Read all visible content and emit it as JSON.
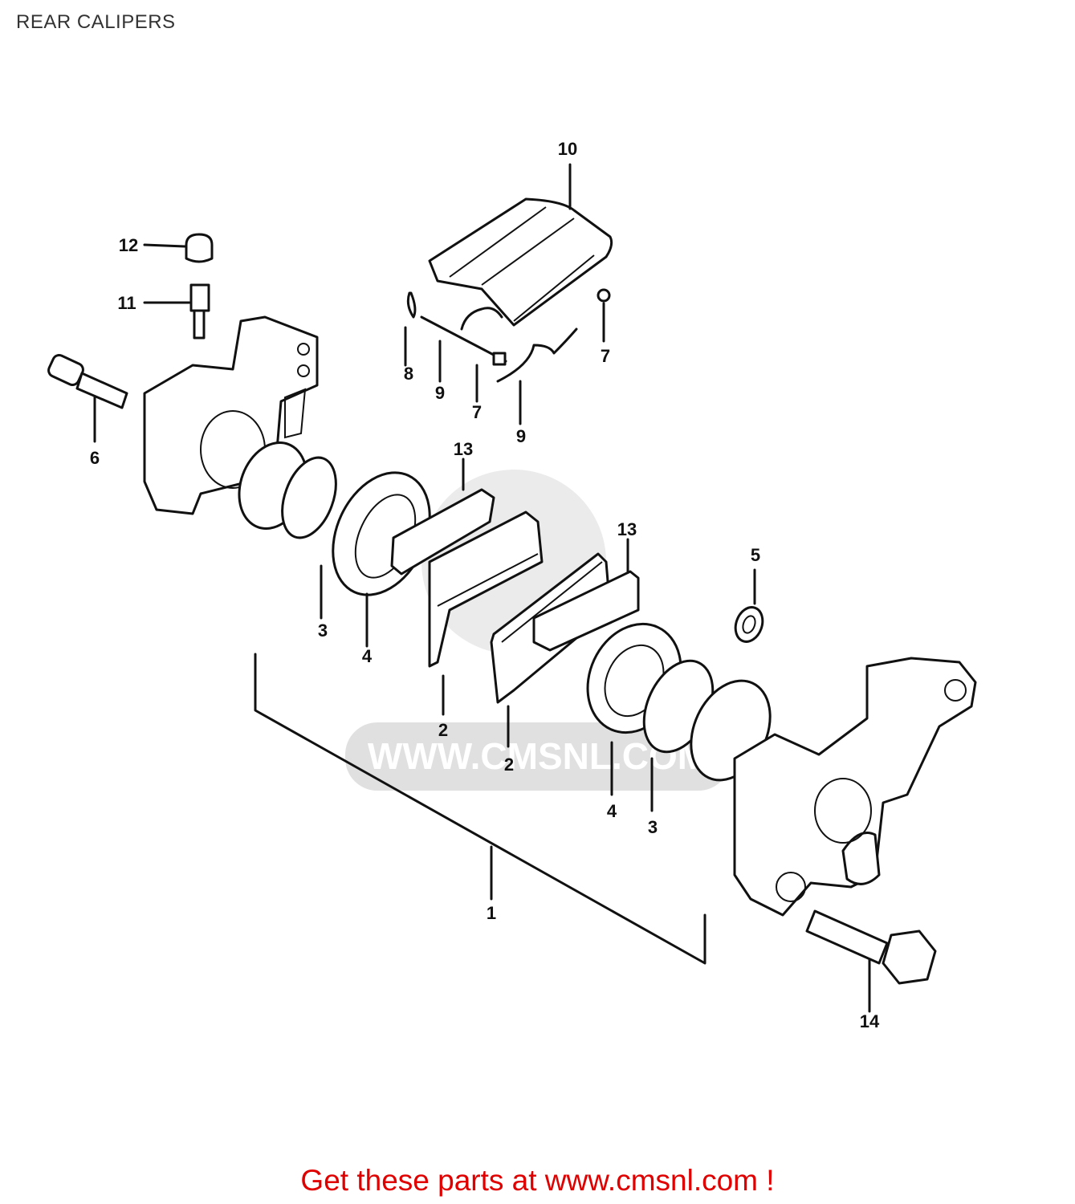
{
  "title": "REAR CALIPERS",
  "watermark": "WWW.CMSNL.COM",
  "footer": "Get these parts at www.cmsnl.com !",
  "colors": {
    "footer": "#e00000",
    "title": "#333333",
    "lines": "#111111"
  },
  "callouts": {
    "c10": "10",
    "c12": "12",
    "c11": "11",
    "c6": "6",
    "c8": "8",
    "c9a": "9",
    "c7a": "7",
    "c9b": "9",
    "c7b": "7",
    "c13a": "13",
    "c13b": "13",
    "c5": "5",
    "c3a": "3",
    "c4a": "4",
    "c2a": "2",
    "c2b": "2",
    "c4b": "4",
    "c3b": "3",
    "c1": "1",
    "c14": "14"
  }
}
